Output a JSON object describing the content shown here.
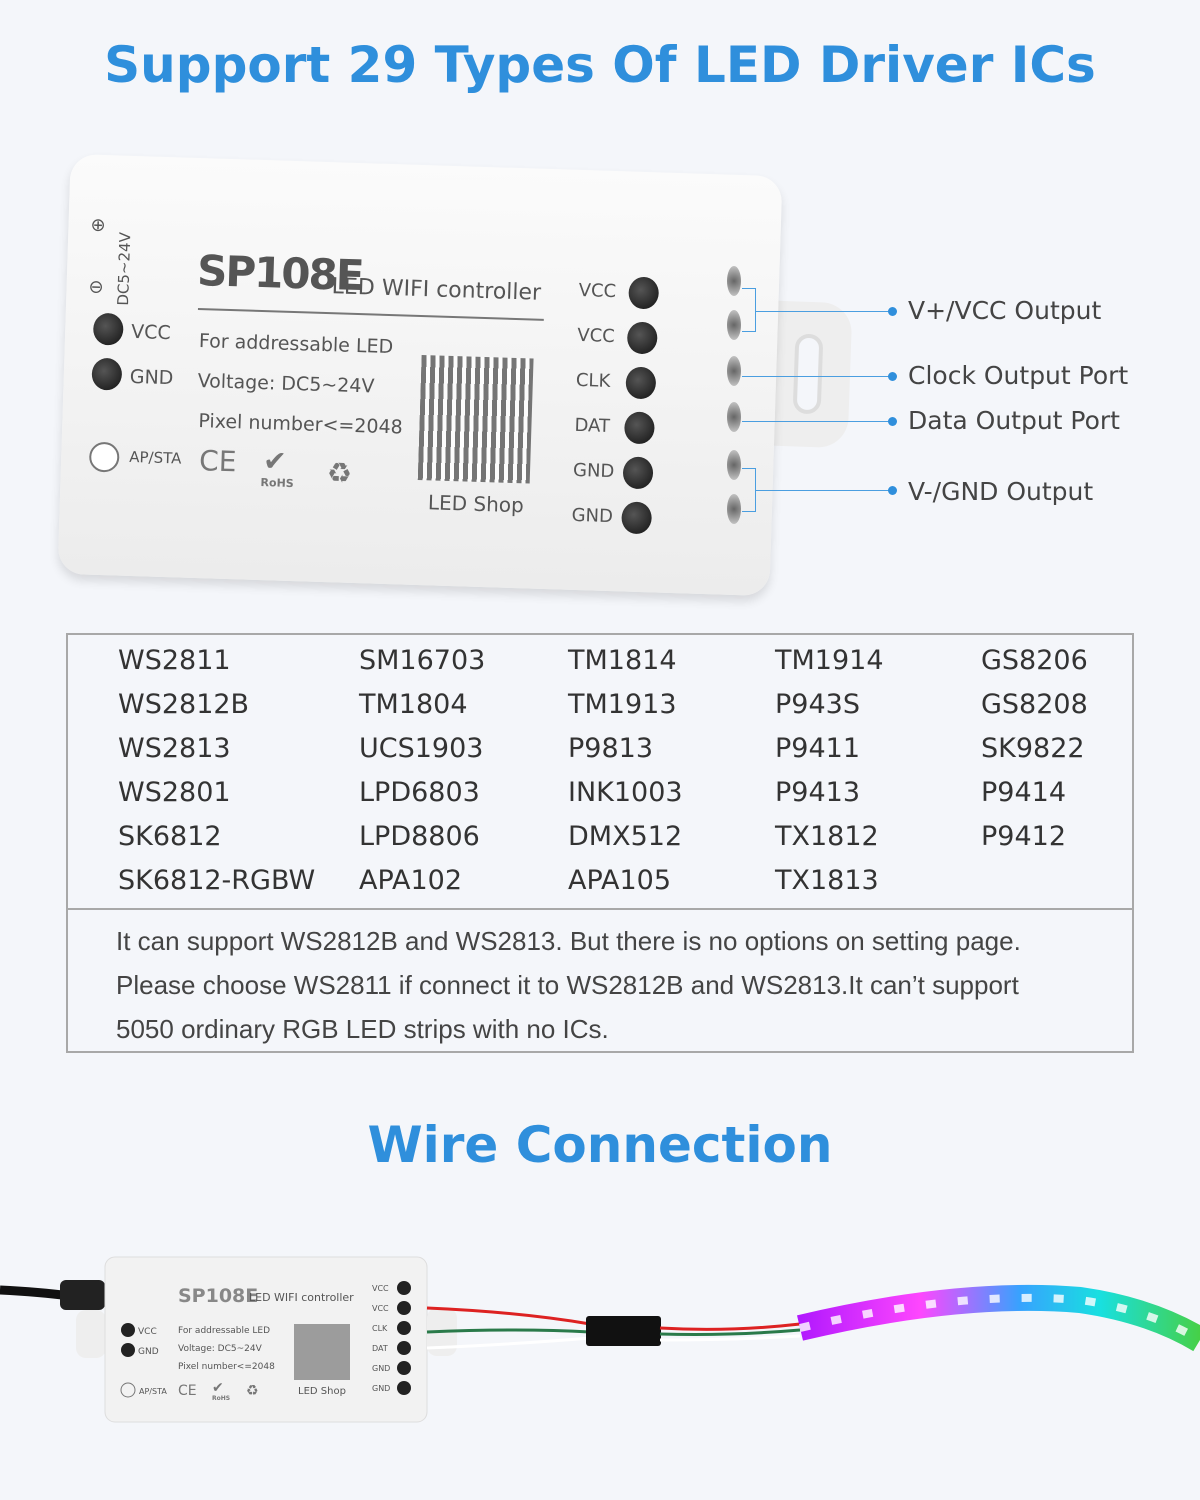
{
  "titles": {
    "top": "Support 29 Types Of LED Driver ICs",
    "wire": "Wire Connection"
  },
  "device": {
    "model": "SP108E",
    "subtitle": "LED WIFI controller",
    "power_label": "DC5~24V",
    "vcc": "VCC",
    "gnd": "GND",
    "ap_sta": "AP/STA",
    "lines": [
      "For addressable LED",
      "Voltage: DC5~24V",
      "Pixel number<=2048"
    ],
    "qr_label": "LED Shop",
    "ports": [
      "VCC",
      "VCC",
      "CLK",
      "DAT",
      "GND",
      "GND"
    ],
    "certs": [
      "CE",
      "RoHS",
      "recycle"
    ]
  },
  "callouts": [
    "V+/VCC Output",
    "Clock Output Port",
    "Data Output Port",
    "V-/GND Output"
  ],
  "ic_table": {
    "columns": [
      [
        "WS2811",
        "WS2812B",
        "WS2813",
        "WS2801",
        "SK6812",
        "SK6812-RGBW"
      ],
      [
        "SM16703",
        "TM1804",
        "UCS1903",
        "LPD6803",
        "LPD8806",
        "APA102"
      ],
      [
        "TM1814",
        "TM1913",
        "P9813",
        "INK1003",
        "DMX512",
        "APA105"
      ],
      [
        "TM1914",
        "P943S",
        "P9411",
        "P9413",
        "TX1812",
        "TX1813"
      ],
      [
        "GS8206",
        "GS8208",
        "SK9822",
        "P9414",
        "P9412"
      ]
    ],
    "note": [
      "It can support WS2812B and WS2813. But there is no options on setting page.",
      "Please choose WS2811 if connect it to WS2812B and WS2813.It can’t support",
      "5050 ordinary RGB LED strips with no ICs."
    ]
  },
  "colors": {
    "accent": "#2f8fdc",
    "wire_red": "#d22",
    "wire_green": "#2a7a4a",
    "wire_white": "#ffffff"
  }
}
